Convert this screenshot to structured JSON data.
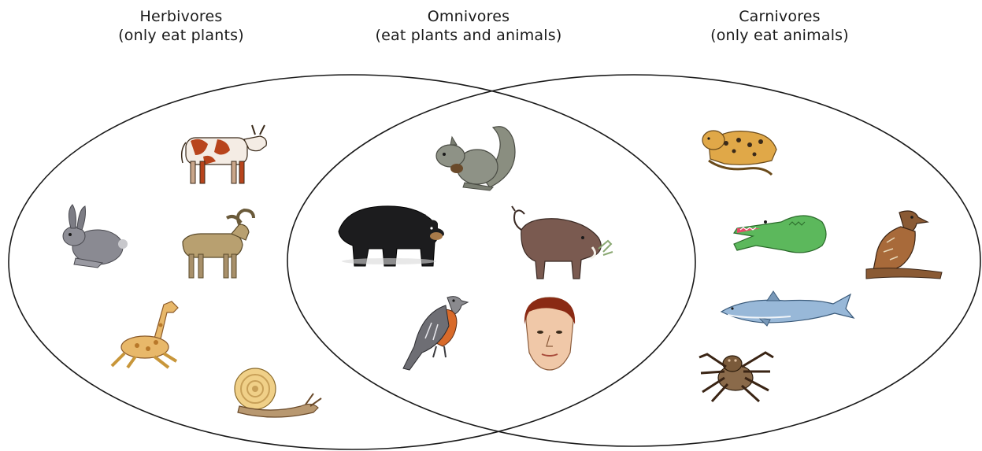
{
  "groups": {
    "herbivores": {
      "title": "Herbivores",
      "subtitle": "(only eat plants)"
    },
    "omnivores": {
      "title": "Omnivores",
      "subtitle": "(eat plants and animals)"
    },
    "carnivores": {
      "title": "Carnivores",
      "subtitle": "(only eat animals)"
    }
  },
  "animals": {
    "herbivores": [
      "cow",
      "rabbit",
      "goat",
      "giraffe",
      "snail"
    ],
    "omnivores": [
      "squirrel",
      "bear",
      "warthog",
      "bird",
      "human"
    ],
    "carnivores": [
      "jaguar",
      "crocodile",
      "eagle",
      "shark",
      "spider"
    ]
  },
  "colors": {
    "outline": "#1a1a1a",
    "text": "#1a1a1a",
    "background": "#ffffff"
  }
}
